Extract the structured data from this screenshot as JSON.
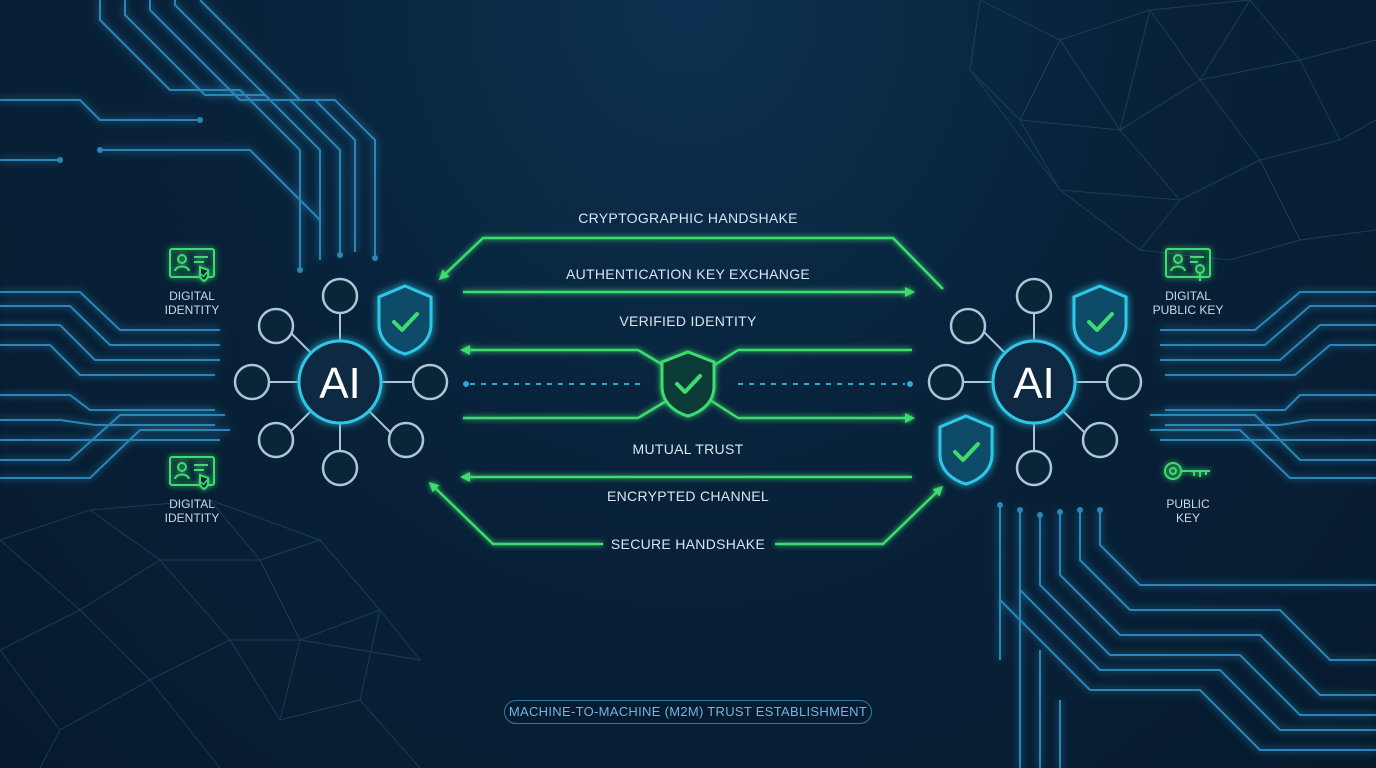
{
  "hubs": {
    "left": {
      "label": "AI"
    },
    "right": {
      "label": "AI"
    }
  },
  "flows": {
    "cryptographic_handshake": "CRYPTOGRAPHIC HANDSHAKE",
    "authentication_key_exchange": "AUTHENTICATION KEY EXCHANGE",
    "verified_identity": "VERIFIED IDENTITY",
    "mutual_trust": "MUTUAL TRUST",
    "encrypted_channel": "ENCRYPTED CHANNEL",
    "secure_handshake": "SECURE HANDSHAKE"
  },
  "side_labels": {
    "left_top": [
      "DIGITAL",
      "IDENTITY"
    ],
    "left_bottom": [
      "DIGITAL",
      "IDENTITY"
    ],
    "right_top": [
      "DIGITAL",
      "PUBLIC KEY"
    ],
    "right_bottom": [
      "PUBLIC",
      "KEY"
    ]
  },
  "footer": {
    "badge": "MACHINE-TO-MACHINE (M2M) TRUST ESTABLISHMENT"
  },
  "colors": {
    "green": "#3ddc6e",
    "cyan": "#2fc7e8",
    "circuit": "#2a86b8",
    "node": "#a9c7d8"
  },
  "icons": {
    "id_card": "id-card-icon",
    "key": "key-icon",
    "shield": "shield-check-icon"
  }
}
